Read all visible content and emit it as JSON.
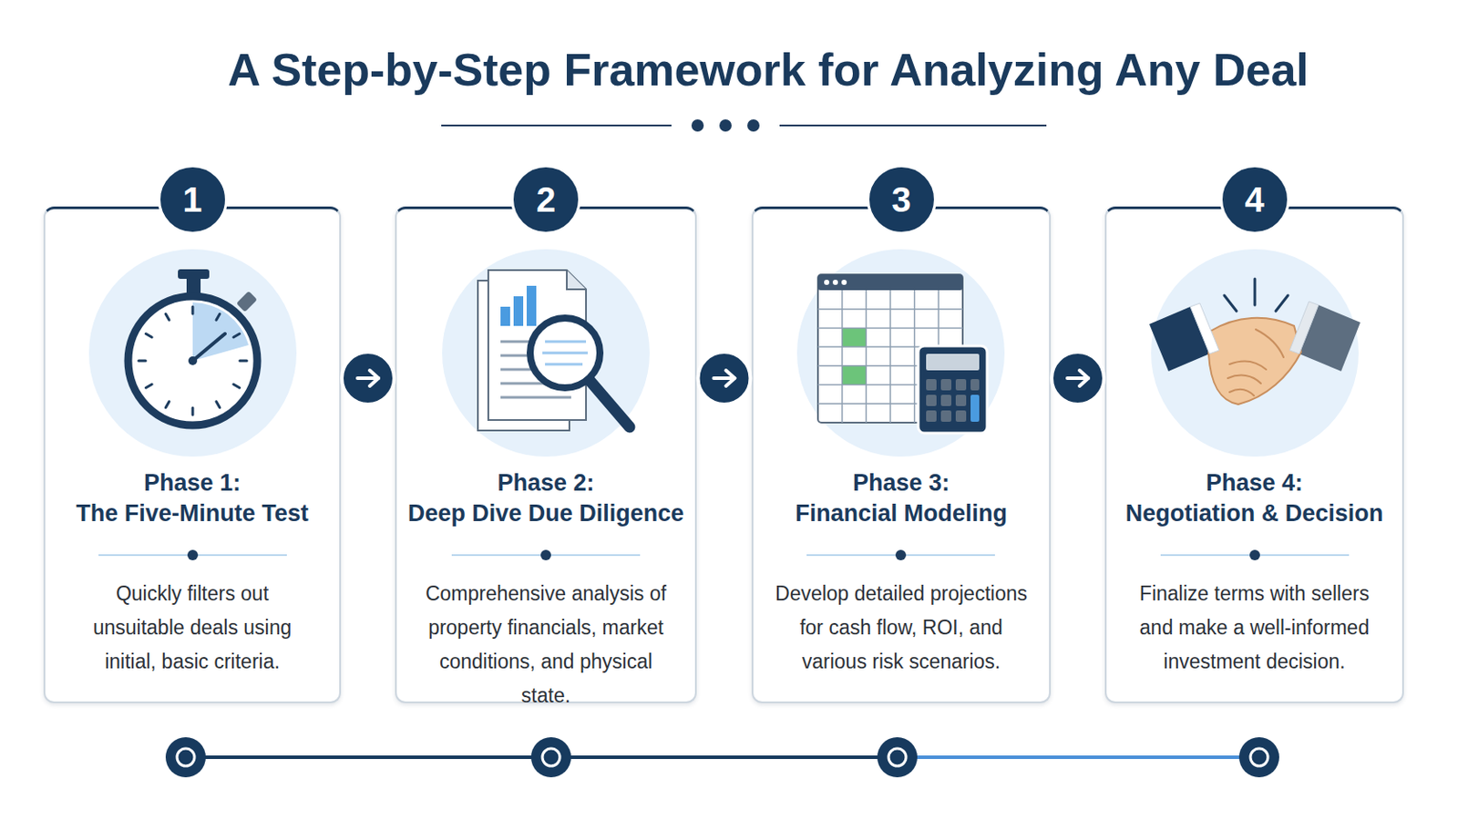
{
  "diagram": {
    "title": "A Step-by-Step Framework for Analyzing Any Deal",
    "nodes": [
      {
        "text": [
          "Phase 1: The Five-Minute Test",
          "Quickly filters out unsuitable deals using initial, basic criteria."
        ]
      },
      {
        "text": [
          "1"
        ],
        "in": 0
      },
      {
        "text": [
          "Phase 2: Deep Dive Due Diligence",
          "Comprehensive analysis of property financials, market conditions, and physical state."
        ]
      },
      {
        "text": [
          "2"
        ],
        "in": 2
      },
      {
        "text": [
          "Phase 3: Financial Modeling",
          "Develop detailed projections for cash flow, ROI, and various risk scenarios."
        ]
      },
      {
        "text": [
          "3"
        ],
        "in": 4
      },
      {
        "text": [
          "Phase 4: Negotiation & Decision",
          "Finalize terms with sellers and make a well-informed investment decision."
        ]
      },
      {
        "text": [
          "4"
        ],
        "in": 6
      }
    ],
    "edges": [
      {
        "from": 0,
        "to": 2,
        "arrow": "to"
      },
      {
        "from": 2,
        "to": 4,
        "arrow": "to"
      },
      {
        "from": 4,
        "to": 6,
        "arrow": "to"
      }
    ]
  }
}
